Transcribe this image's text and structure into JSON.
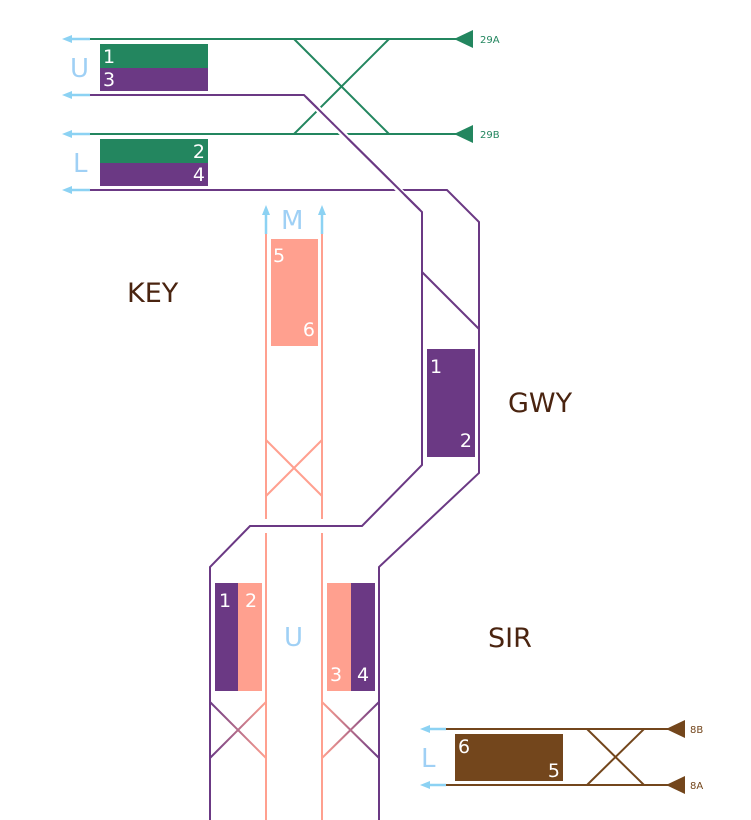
{
  "colors": {
    "green": "#23865f",
    "purple": "#6b3984",
    "salmon": "#ffa08f",
    "brown": "#73461c",
    "arrow": "#8cd2f3",
    "station_label": "#4a2410",
    "level_label": "#9fd0f5"
  },
  "stations": {
    "key": "KEY",
    "gwy": "GWY",
    "sir": "SIR"
  },
  "levels": {
    "top_upper": "U",
    "top_lower": "L",
    "mid": "M",
    "bottom_upper": "U",
    "bottom_lower": "L"
  },
  "line_ends": {
    "a29": "29A",
    "b29": "29B",
    "b8": "8B",
    "a8": "8A"
  },
  "platforms": {
    "top_u_1": "1",
    "top_u_3": "3",
    "top_l_2": "2",
    "top_l_4": "4",
    "key_5": "5",
    "key_6": "6",
    "gwy_1": "1",
    "gwy_2": "2",
    "sir_u_1": "1",
    "sir_u_2": "2",
    "sir_u_3": "3",
    "sir_u_4": "4",
    "sir_l_6": "6",
    "sir_l_5": "5"
  }
}
